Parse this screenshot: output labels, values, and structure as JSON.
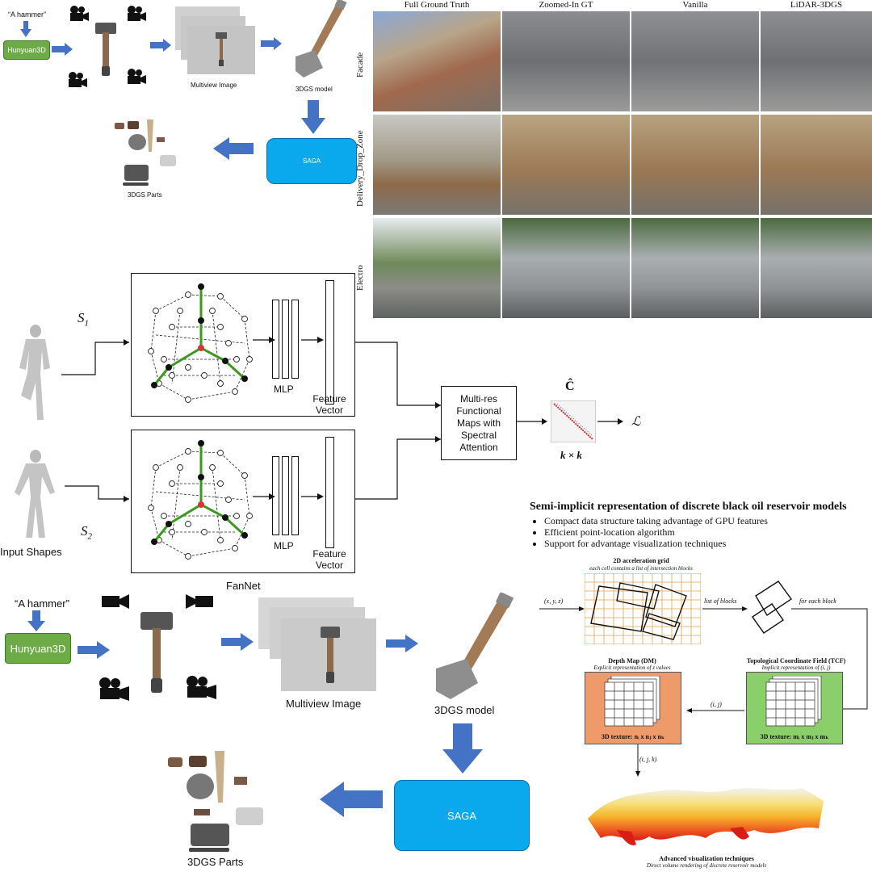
{
  "top_pipeline": {
    "prompt": "“A hammer”",
    "generator": "Hunyuan3D",
    "multiview_label": "Multiview Image",
    "model_label": "3DGS model",
    "segmenter": "SAGA",
    "parts_label": "3DGS Parts"
  },
  "photo_grid": {
    "columns": [
      "Full Ground Truth",
      "Zoomed-In GT",
      "Vanilla",
      "LiDAR-3DGS"
    ],
    "rows": [
      "Facade",
      "Delivery_Drop_Zone",
      "Electro"
    ]
  },
  "fmap": {
    "s1": "S",
    "s1_sub": "1",
    "s2": "S",
    "s2_sub": "2",
    "mlp": "MLP",
    "feature_vector_1": "Feature",
    "feature_vector_2": "Vector",
    "multires_lines": [
      "Multi-res",
      "Functional",
      "Maps with",
      "Spectral",
      "Attention"
    ],
    "c_hat": "Ĉ",
    "k_times_k": "k × k",
    "loss": "ℒ",
    "input_shapes": "Input Shapes"
  },
  "bottom_pipeline": {
    "prompt": "“A hammer”",
    "generator": "Hunyuan3D",
    "fannet": "FanNet",
    "multiview_label": "Multiview Image",
    "model_label": "3DGS model",
    "segmenter": "SAGA",
    "parts_label": "3DGS Parts"
  },
  "reservoir": {
    "title": "Semi-implicit representation of discrete black oil reservoir models",
    "bullets": [
      "Compact data structure taking advantage of GPU features",
      "Efficient point-location algorithm",
      "Support for advantage visualization techniques"
    ],
    "grid_title": "2D acceleration grid",
    "grid_sub": "each cell contains a list of intersection blocks",
    "xyz": "(x, y, z)",
    "list_of_blocks": "list of blocks",
    "for_each_block": "for each block",
    "dm_title": "Depth Map (DM)",
    "dm_sub": "Explicit representation of z values",
    "dm_tex": "3D texture: nᵢ x nⱼ x nₖ",
    "tcf_title": "Topological Coordinate Field (TCF)",
    "tcf_sub": "Implicit representation of (i, j)",
    "tcf_tex": "3D texture: mᵢ x mⱼ x mₖ",
    "ij": "(i, j)",
    "ijk": "(i, j, k)",
    "adv_title": "Advanced visualization techniques",
    "adv_sub": "Direct volume rendering of discrete reservoir models"
  },
  "colors": {
    "arrow_blue": "#4472c4",
    "hunyuan_green": "#6cab46",
    "saga_blue": "#0aa8ec",
    "graph_edge_green": "#3a9a1e",
    "dm_orange": "#ef9a6a",
    "tcf_green": "#8bcf6b",
    "grid_orange": "#e8a24c"
  },
  "icons": [
    "camera-icon",
    "hammer-icon",
    "human-shape-icon",
    "mesh-graph-icon"
  ]
}
